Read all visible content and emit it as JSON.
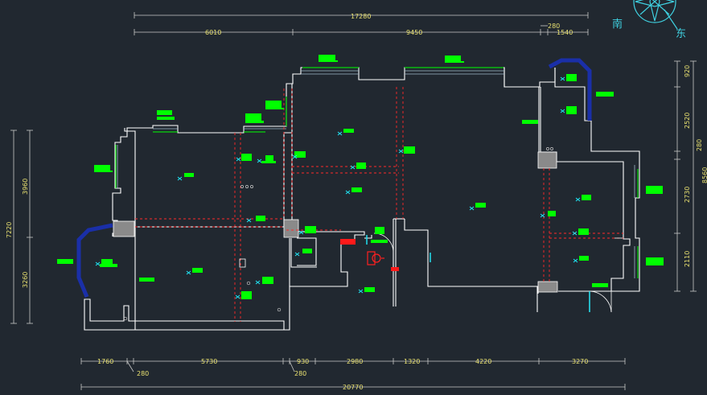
{
  "colors": {
    "background": "#212830",
    "wall": "#ffffff",
    "dimension": "#e8e070",
    "grid": "#ff2a2a",
    "label": "#00ff00",
    "window": "#1a2fa8",
    "cyan": "#20e0f0"
  },
  "top_dims": {
    "total": "17280",
    "d1": "6010",
    "d2": "9450",
    "d3": "280",
    "d4": "1540"
  },
  "bottom_dims": {
    "total": "20770",
    "d1": "1760",
    "d2": "5730",
    "d3": "930",
    "d4": "2980",
    "d5": "1320",
    "d6": "4220",
    "d7": "3270",
    "small1": "280",
    "small2": "280"
  },
  "left_dims": {
    "total": "7220",
    "d1": "3960",
    "d2": "3260"
  },
  "right_dims": {
    "total": "8560",
    "d1": "920",
    "d2": "2520",
    "d3": "280",
    "d4": "2730",
    "d5": "2110"
  },
  "compass": {
    "south": "南",
    "east": "东",
    "icon": "compass-rose-icon"
  }
}
